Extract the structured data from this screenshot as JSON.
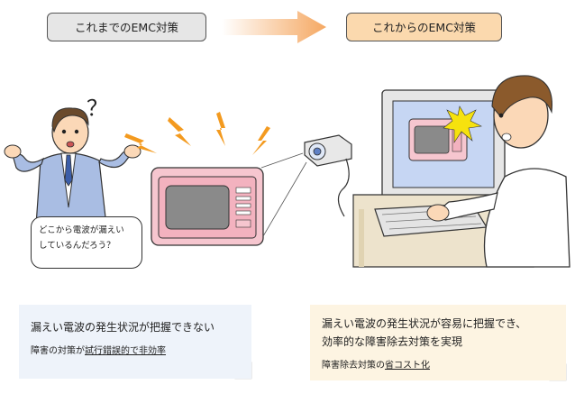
{
  "labels": {
    "before_title": "これまでのEMC対策",
    "after_title": "これからのEMC対策"
  },
  "speech_bubble": {
    "line1": "どこから電波が漏えい",
    "line2": "しているんだろう？"
  },
  "question_mark": "？",
  "note_before": {
    "line1": "漏えい電波の発生状況が把握できない",
    "line2_prefix": "障害の対策が",
    "line2_underlined": "試行錯誤的で非効率"
  },
  "note_after": {
    "line1": "漏えい電波の発生状況が容易に把握でき、",
    "line2": "効率的な障害除去対策を実現",
    "line3_prefix": "障害除去対策の",
    "line3_underlined": "省コスト化"
  },
  "colors": {
    "before_tag": "#e6e6e6",
    "after_tag": "#fbd9ae",
    "arrow": "#f7b878",
    "lightning": "#f39a1f",
    "note_before_bg": "#eef3fa",
    "note_after_bg": "#fdf4e2"
  }
}
